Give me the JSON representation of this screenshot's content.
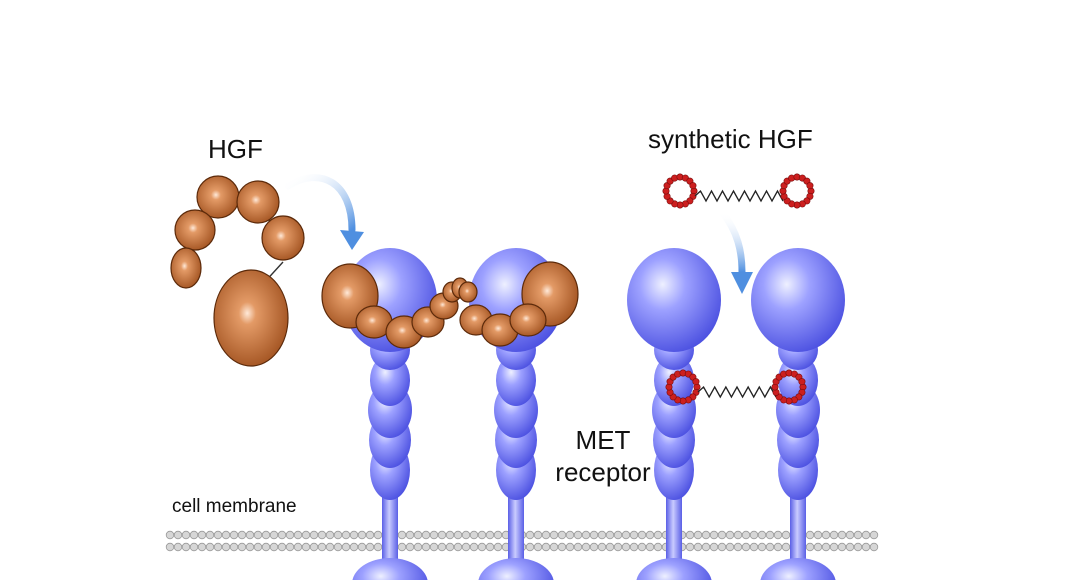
{
  "labels": {
    "hgf": "HGF",
    "synthetic_hgf": "synthetic HGF",
    "met_line1": "MET",
    "met_line2": "receptor",
    "cell_membrane": "cell membrane"
  },
  "colors": {
    "receptor": "#6a6ef0",
    "receptor_light": "#c9cbff",
    "hgf": "#b85a22",
    "hgf_light": "#f0b58c",
    "synthetic_ring": "#cc1f1f",
    "arrow": "#4f8fe0",
    "membrane": "#c4c4c4"
  }
}
